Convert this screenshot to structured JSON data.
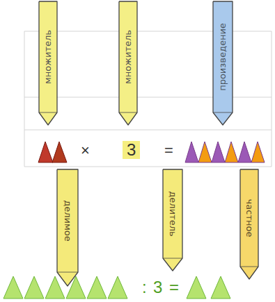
{
  "diagram": {
    "nodes": [
      {
        "text": [
          "множитель"
        ]
      },
      {
        "text": [
          "множитель"
        ]
      },
      {
        "text": [
          "произведение"
        ]
      },
      {
        "text": [
          "делимое"
        ]
      },
      {
        "text": [
          "делитель"
        ]
      },
      {
        "text": [
          "частное"
        ]
      }
    ],
    "labels": [
      "×",
      "3",
      "=",
      ":",
      "3",
      "="
    ]
  }
}
